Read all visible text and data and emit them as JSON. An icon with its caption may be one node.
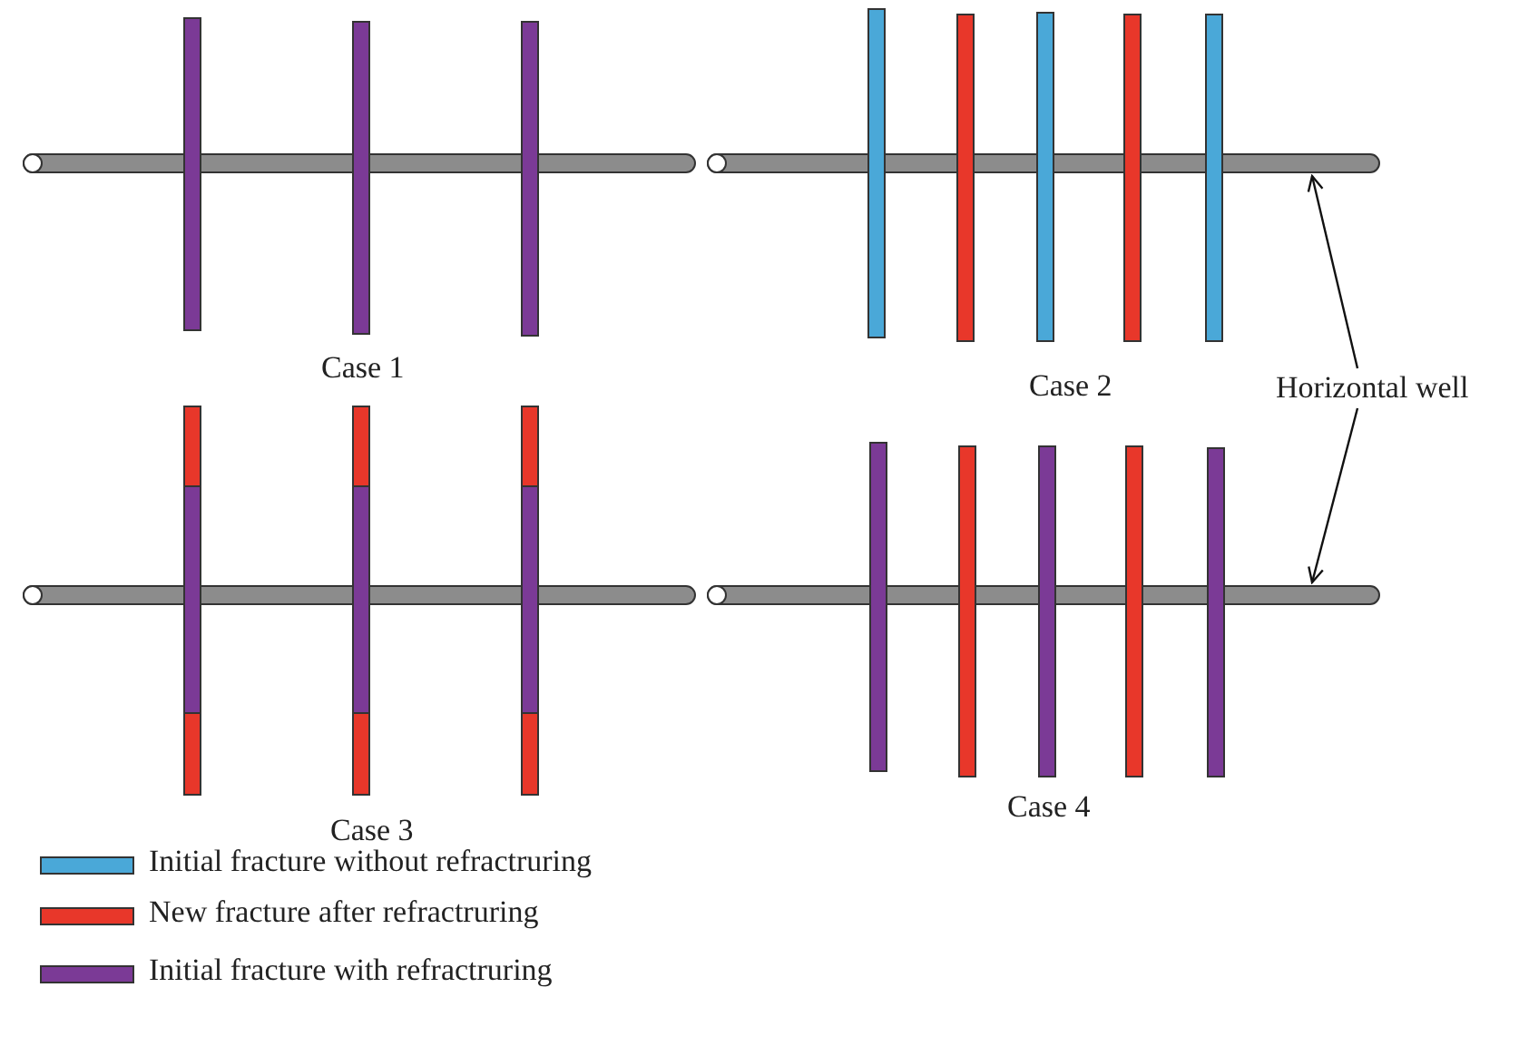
{
  "diagram": {
    "nodes": [
      {
        "text": [],
        "shape": "bar"
      },
      {
        "text": [
          "Horizontal well"
        ]
      },
      {
        "text": [],
        "shape": "bar"
      }
    ],
    "edges": [
      {
        "from": 1,
        "to": 0,
        "arrow": "to"
      },
      {
        "from": 1,
        "to": 2,
        "arrow": "to"
      }
    ],
    "labels": [
      "Case 1",
      "Case 2",
      "Case 3",
      "Case 4"
    ],
    "legend": [
      {
        "text": "Initial fracture without refractruring",
        "color": "#4aa8d8"
      },
      {
        "text": "New fracture after refractruring",
        "color": "#e8372a"
      },
      {
        "text": "Initial fracture with refractruring",
        "color": "#7b3a96"
      }
    ]
  }
}
